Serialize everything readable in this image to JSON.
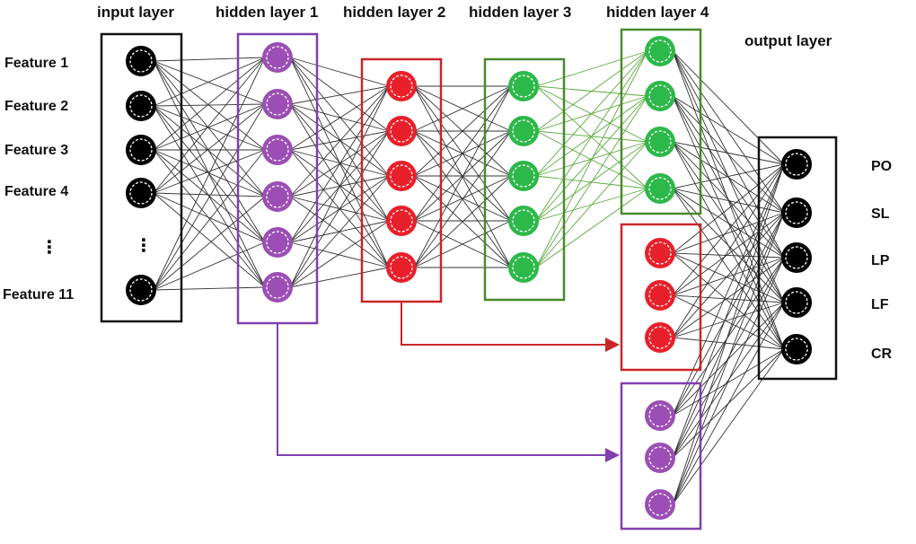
{
  "layer_titles": {
    "input": "input layer",
    "hidden1": "hidden layer 1",
    "hidden2": "hidden layer 2",
    "hidden3": "hidden layer 3",
    "hidden4": "hidden layer 4",
    "output": "output layer"
  },
  "features": [
    "Feature 1",
    "Feature 2",
    "Feature 3",
    "Feature 4",
    "Feature 11"
  ],
  "outputs": [
    "PO",
    "SL",
    "LP",
    "LF",
    "CR"
  ],
  "ellipsis": "⋮",
  "colors": {
    "input": "#000000",
    "hidden1": "#9b4fb4",
    "hidden2": "#e8202a",
    "hidden3": "#2db84a",
    "output": "#000000",
    "box_purple": "#8040b0",
    "box_red": "#c8262a",
    "box_green": "#4a8a2e",
    "box_black": "#111111"
  },
  "layers": {
    "input": {
      "nodes": 5
    },
    "hidden1": {
      "nodes": 6
    },
    "hidden2": {
      "nodes": 5
    },
    "hidden3": {
      "nodes": 5
    },
    "hidden4_green": {
      "nodes": 4
    },
    "hidden4_red": {
      "nodes": 3
    },
    "hidden4_purple": {
      "nodes": 3
    },
    "output": {
      "nodes": 5
    }
  }
}
